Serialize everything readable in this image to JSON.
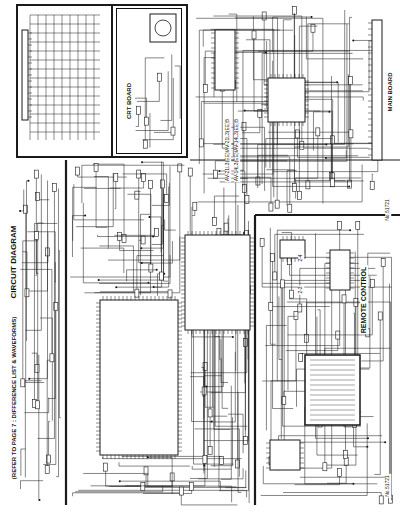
{
  "diagram": {
    "title": "CIRCUIT DIAGRAM",
    "nodes": [
      {
        "text": [
          "CRT BOARD"
        ]
      }
    ],
    "labels": [
      "(REFER TO PAGE 7 : DIFFERENCE LIST & WAVEFORMS)",
      "REMOTE CONTROL",
      "MAIN BOARD",
      "No.51721",
      "No.51721",
      "2-4",
      "2-3",
      "AV-21L3(EE)/AV-21L3(EE)B",
      "AV-14L3(EE)/AV-14L3(EE)B"
    ]
  }
}
